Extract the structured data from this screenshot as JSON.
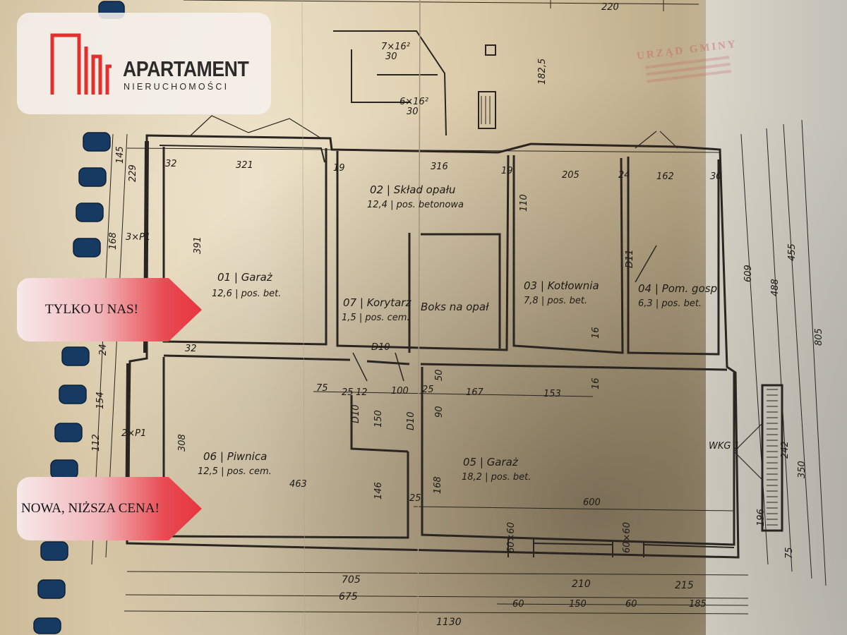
{
  "brand": {
    "name": "APARTAMENT",
    "tagline": "NIERUCHOMOŚCI",
    "color_primary": "#e0312f",
    "color_text": "#2d2a2a"
  },
  "badges": [
    {
      "text": "TYLKO U NAS!"
    },
    {
      "text": "NOWA, NIŻSZA CENA!"
    }
  ],
  "stamp": {
    "title": "URZĄD GMINY"
  },
  "rooms": [
    {
      "code": "01",
      "name": "Garaż",
      "area": "12,6",
      "floor": "pos. bet."
    },
    {
      "code": "02",
      "name": "Skład opału",
      "area": "12,4",
      "floor": "pos. betonowa"
    },
    {
      "code": "03",
      "name": "Kotłownia",
      "area": "7,8",
      "floor": "pos. bet."
    },
    {
      "code": "04",
      "name": "Pom. gosp.",
      "area": "6,3",
      "floor": "pos. bet."
    },
    {
      "code": "05",
      "name": "Garaż",
      "area": "18,2",
      "floor": "pos. bet."
    },
    {
      "code": "06",
      "name": "Piwnica",
      "area": "12,5",
      "floor": "pos. cem."
    },
    {
      "code": "07",
      "name": "Korytarz",
      "area": "1,5",
      "floor": "pos. cem."
    }
  ],
  "labels": {
    "boks": "Boks na opał",
    "wkg": "WKG 1"
  },
  "dims": {
    "top_220": "220",
    "w321": "321",
    "w316": "316",
    "w205": "205",
    "w162": "162",
    "w32a": "32",
    "w19a": "19",
    "w19b": "19",
    "w24": "24",
    "w30": "30",
    "h391": "391",
    "h110": "110",
    "h145": "145",
    "h229": "229",
    "h168": "168",
    "h308": "308",
    "h154": "154",
    "h112": "112",
    "h24": "24",
    "w463": "463",
    "w600": "600",
    "w75": "75",
    "w167": "167",
    "w153": "153",
    "w100": "100",
    "w50": "50",
    "h90": "90",
    "h150": "150",
    "h146": "146",
    "h168b": "168",
    "h609": "609",
    "h488": "488",
    "h455": "455",
    "h805": "805",
    "h350": "350",
    "h196": "196",
    "h75": "75",
    "h242": "242",
    "b705": "705",
    "b675": "675",
    "b1130": "1130",
    "b210": "210",
    "b215": "215",
    "b60a": "60",
    "b150": "150",
    "b60b": "60",
    "b185": "185",
    "win1": "7×16²",
    "win1b": "30",
    "win2": "6×16²",
    "win2b": "30",
    "h182": "182,5",
    "d10a": "D10",
    "d10b": "D10",
    "d10c": "D10",
    "d11": "D11",
    "w3p1": "3×P1",
    "w2p1": "2×P1",
    "w60x60a": "60×60",
    "w60x60b": "60×60",
    "w32b": "32",
    "w25a": "25",
    "w12": "12",
    "w25b": "25",
    "w16a": "16",
    "w16b": "16",
    "w25c": "25"
  }
}
